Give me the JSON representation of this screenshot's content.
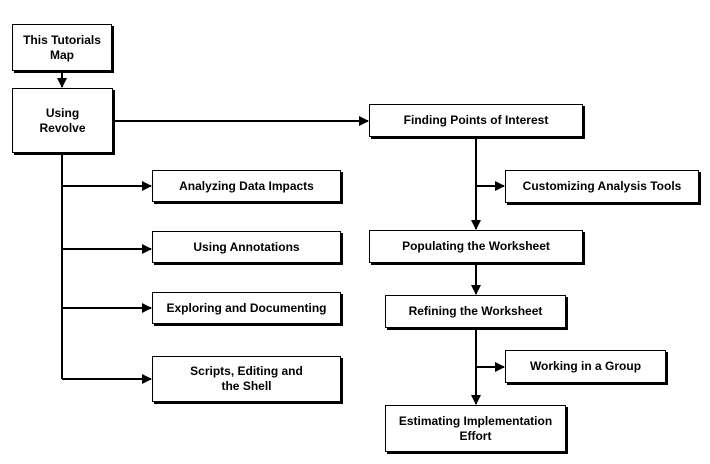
{
  "colors": {
    "line": "#000000",
    "box_fill": "#ffffff",
    "text": "#000000",
    "background": "#ffffff"
  },
  "nodes": {
    "tutorials_map": "This Tutorials\nMap",
    "using_revolve": "Using\nRevolve",
    "analyzing_data_impacts": "Analyzing Data Impacts",
    "using_annotations": "Using Annotations",
    "exploring_documenting": "Exploring and Documenting",
    "scripts_editing_shell": "Scripts, Editing and\nthe Shell",
    "finding_points": "Finding Points of Interest",
    "customizing_tools": "Customizing Analysis Tools",
    "populating_worksheet": "Populating the Worksheet",
    "refining_worksheet": "Refining the Worksheet",
    "working_group": "Working in a Group",
    "estimating_effort": "Estimating Implementation\nEffort"
  }
}
